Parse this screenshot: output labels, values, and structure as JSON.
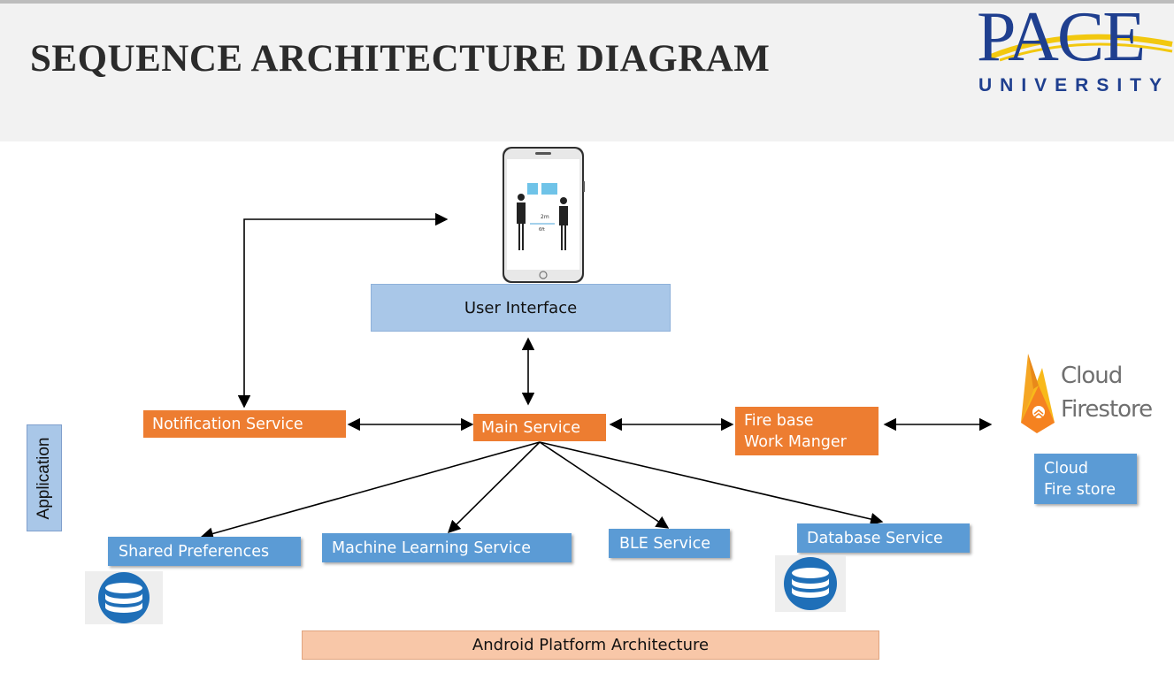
{
  "title": "SEQUENCE ARCHITECTURE DIAGRAM",
  "logo": {
    "word": "PACE",
    "sub": "UNIVERSITY",
    "color": "#1f3f8f",
    "swoosh_color": "#f2c80f"
  },
  "nodes": {
    "user_interface": "User Interface",
    "notification_service": "Notification Service",
    "main_service": "Main Service",
    "firebase_line1": "Fire base",
    "firebase_line2": "Work Manger",
    "shared_preferences": "Shared Preferences",
    "machine_learning_service": "Machine Learning Service",
    "ble_service": "BLE Service",
    "database_service": "Database Service",
    "cloud_firestore_line1": "Cloud",
    "cloud_firestore_line2": "Fire store",
    "android_platform": "Android Platform Architecture",
    "application": "Application"
  },
  "cloud_firestore_logo": {
    "line1": "Cloud",
    "line2": "Firestore"
  },
  "icons": [
    "phone-social-distancing-icon",
    "firebase-flame-icon",
    "database-icon"
  ],
  "colors": {
    "orange": "#ed7d31",
    "blue": "#5b9bd5",
    "light_blue": "#a9c7e8",
    "peach": "#f8c7a8"
  }
}
